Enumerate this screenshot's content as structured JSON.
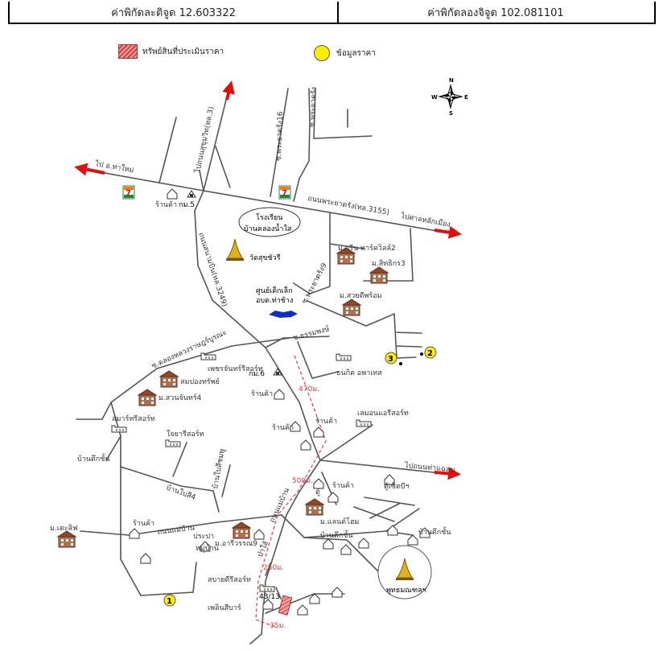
{
  "coordinates": {
    "latitude_label": "ค่าพิกัดละติจูด 12.603322",
    "longitude_label": "ค่าพิกัดลองจิจูด 102.081101"
  },
  "legend": {
    "property": "ทรัพย์สินที่ประเมินราคา",
    "price_data": "ข้อมูลราคา"
  },
  "compass": {
    "north": "N",
    "south": "S",
    "east": "E",
    "west": "W"
  },
  "roads": {
    "left_arrow": "ไป อ.ท่าใหม่",
    "sukhumvit": "ไปถนนสุขุมวิท(ทล.3)",
    "phrayatrang_road": "ถนนพระยาตรัง(ทล.3155)",
    "to_city_hall": "ไปศาลหลักเมือง",
    "soi_16": "ซ.พระยาตรัง16",
    "soi_top": "ซ.พระยาตรัง",
    "sanam_road": "ถนนสนามบิน(ทล.3249)",
    "soi_9": "ซ.พระยาตรัง9",
    "soi_tham": "ซ.ธรรมพงษ์",
    "soi_khlong": "ซ.คลองหลวงราษฎร์บูรณะ",
    "to_pier": "ไปถนนท่าแฉลบ",
    "mae_ban": "ถนนแม่บ้าน",
    "ban_bai": "บ้านใบสีชมพู",
    "ban_bai_4": "บ้านใบสี4",
    "pa_sai": "ป่าใส้",
    "ban_road": "ถนนแม่บ้าน"
  },
  "places": {
    "shop": "ร้านค้า",
    "police": "กม.5",
    "police6": "กม.6",
    "school": "โรงเรียนบ้านคลองน้ำใส",
    "school_line1": "โรงเรียน",
    "school_line2": "บ้านคลองน้ำใส",
    "temple": "วัดสุขชัวรี",
    "child_center_1": "ศูนย์เด็กเล็ก",
    "child_center_2": "อบต.ท่าช้าง",
    "village_green": "ม.กรีน พาร์ควิลล์2",
    "village_sit": "ม.สิทธิกร3",
    "village_suay": "ม.สวยดีพร้อม",
    "resort_phet": "เพชรจันทร์รีสอร์ท",
    "village_som": "สมปองทรัพย์",
    "village_suan": "ม.สวนจันทร์4",
    "thanit": "ธนกิต อพาเทส",
    "smart_resort": "สมาร์ทรีสอร์ท",
    "jaiya_resort": "ใจยารีสอร์ท",
    "bancham_resort": "เลมอนแอรีสอร์ท",
    "two_storey": "บ้านตึกชั้น",
    "two_storey_r": "บ้านตึกชั้น",
    "two_storey_b": "บ้านตึกชั้น",
    "village_tee": "ม.เตะลิฟ",
    "prapa": "ประปา",
    "moo_ban": "หมู่บ้าน",
    "village_ari": "ม.อารีวรรณ9",
    "village_land": "ม.แลนด์โฮม",
    "tukky": "ตู้เซ็ตบีฯ",
    "tu": "ตู้",
    "sabai_resort": "สบายดีรีสอร์ท",
    "plern_bar": "เพลินสีบาร์",
    "house_no": "43/13",
    "buddha": "พุทธมณฑลฯ"
  },
  "distances": [
    "470ม.",
    "500ม.",
    "260ม.",
    "35ม."
  ],
  "price_points": [
    "1",
    "2",
    "3"
  ],
  "colors": {
    "road": "#555555",
    "arrow": "#e01010",
    "route": "#e04040",
    "property": "#e07070",
    "price": "#ffee00",
    "seven_green": "#1a8a3a",
    "seven_orange": "#f07a1a",
    "pond": "#1030c0",
    "temple": "#e0b020"
  }
}
